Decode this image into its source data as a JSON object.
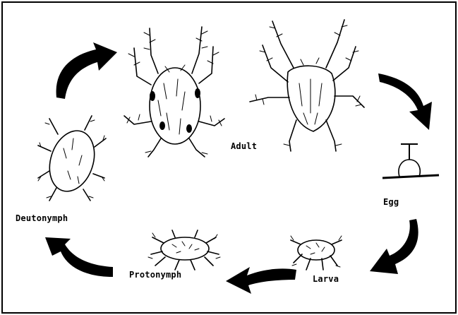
{
  "diagram": {
    "stages": [
      {
        "id": "adult",
        "label": "Adult"
      },
      {
        "id": "egg",
        "label": "Egg"
      },
      {
        "id": "larva",
        "label": "Larva"
      },
      {
        "id": "protonymph",
        "label": "Protonymph"
      },
      {
        "id": "deutonymph",
        "label": "Deutonymph"
      }
    ],
    "colors": {
      "ink": "#000000",
      "background": "#ffffff"
    }
  }
}
